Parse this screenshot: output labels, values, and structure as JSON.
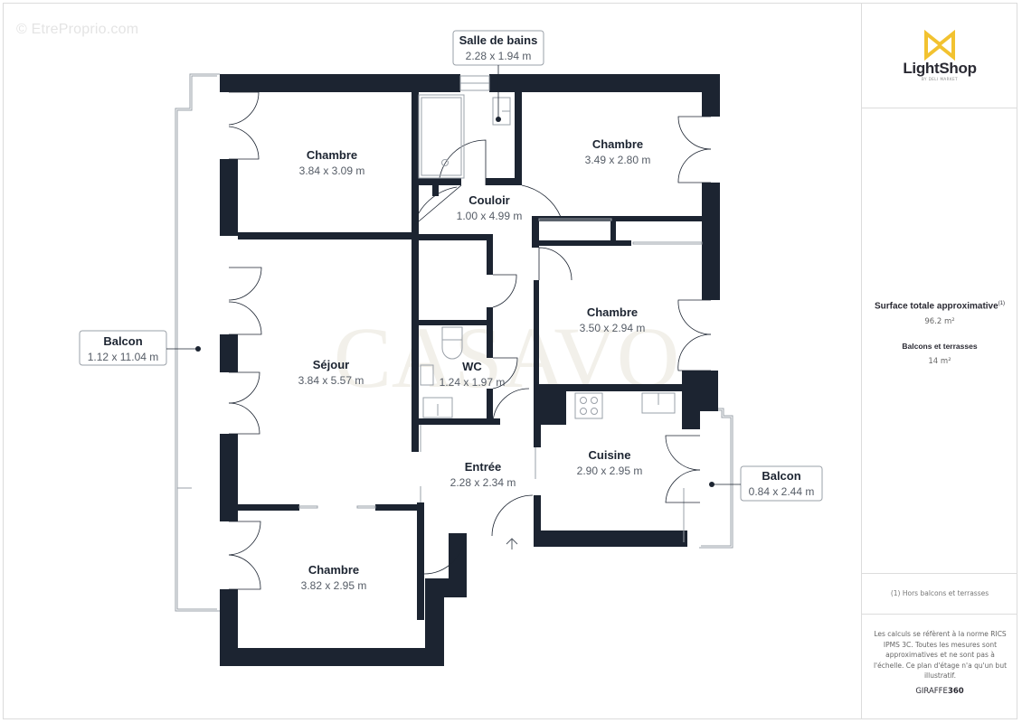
{
  "watermark": {
    "top_left": "© EtreProprio.com",
    "center": "CASAVO"
  },
  "rooms": [
    {
      "id": "chambre-1",
      "name": "Chambre",
      "dims": "3.84 x 3.09 m"
    },
    {
      "id": "salle-de-bains",
      "name": "Salle de bains",
      "dims": "2.28 x 1.94 m"
    },
    {
      "id": "chambre-2",
      "name": "Chambre",
      "dims": "3.49 x 2.80 m"
    },
    {
      "id": "couloir",
      "name": "Couloir",
      "dims": "1.00 x 4.99 m"
    },
    {
      "id": "chambre-3",
      "name": "Chambre",
      "dims": "3.50 x 2.94 m"
    },
    {
      "id": "sejour",
      "name": "Séjour",
      "dims": "3.84 x 5.57 m"
    },
    {
      "id": "wc",
      "name": "WC",
      "dims": "1.24 x 1.97 m"
    },
    {
      "id": "entree",
      "name": "Entrée",
      "dims": "2.28 x 2.34 m"
    },
    {
      "id": "cuisine",
      "name": "Cuisine",
      "dims": "2.90 x 2.95 m"
    },
    {
      "id": "chambre-4",
      "name": "Chambre",
      "dims": "3.82 x 2.95 m"
    },
    {
      "id": "balcon-1",
      "name": "Balcon",
      "dims": "1.12 x 11.04 m"
    },
    {
      "id": "balcon-2",
      "name": "Balcon",
      "dims": "0.84 x 2.44 m"
    }
  ],
  "sidebar": {
    "logo": {
      "name": "LightShop",
      "tagline": "BY DELI MARKET",
      "color": "#f2c230"
    },
    "surface": {
      "title": "Surface totale approximative",
      "footnote_mark": "(1)",
      "value": "96.2 m²",
      "balcony_title": "Balcons et terrasses",
      "balcony_value": "14 m²"
    },
    "footnote": "(1) Hors balcons et terrasses",
    "disclaimer": "Les calculs se réfèrent à la norme RICS IPMS 3C. Toutes les mesures sont approximatives et ne sont pas à l'échelle. Ce plan d'étage n'a qu'un but illustratif.",
    "brand_prefix": "GIRAFFE",
    "brand_suffix": "360"
  },
  "colors": {
    "wall": "#1c2431",
    "line": "#9aa0a8",
    "text_secondary": "#555c66"
  }
}
